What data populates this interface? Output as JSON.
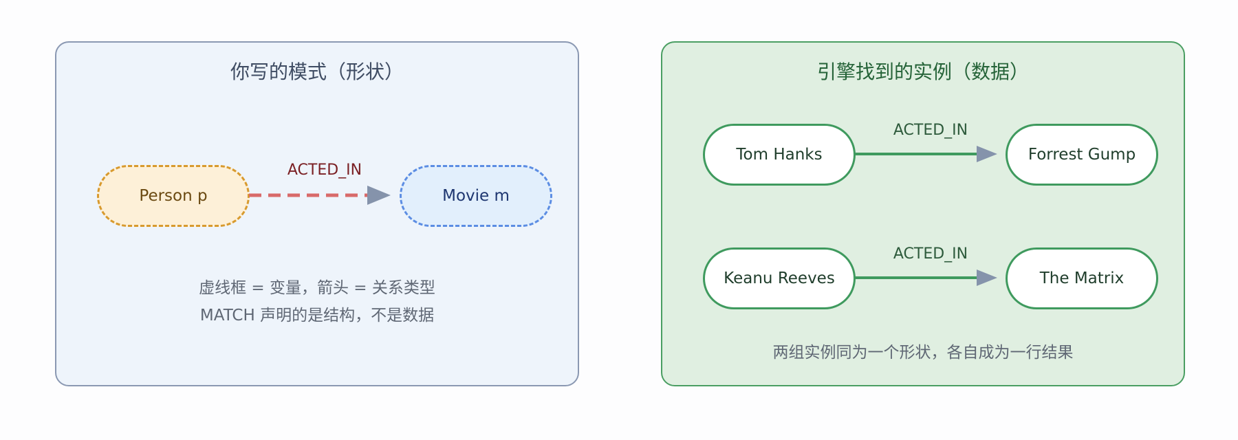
{
  "pattern_panel": {
    "title": "你写的模式（形状）",
    "person_node": "Person p",
    "movie_node": "Movie m",
    "relationship": "ACTED_IN",
    "caption_line1": "虚线框 = 变量，箭头 = 关系类型",
    "caption_line2": "MATCH 声明的是结构，不是数据"
  },
  "instance_panel": {
    "title": "引擎找到的实例（数据）",
    "rows": [
      {
        "from": "Tom Hanks",
        "relationship": "ACTED_IN",
        "to": "Forrest Gump"
      },
      {
        "from": "Keanu Reeves",
        "relationship": "ACTED_IN",
        "to": "The Matrix"
      }
    ],
    "caption": "两组实例同为一个形状，各自成为一行结果"
  },
  "colors": {
    "pattern_panel_bg": "#eef4fb",
    "instance_panel_bg": "#e0efe1",
    "person_border": "#d89a2e",
    "movie_border": "#5c8de3",
    "pattern_arrow": "#d86a6a",
    "instance_border": "#3f9a5e",
    "instance_arrow_head": "#8593ab"
  }
}
